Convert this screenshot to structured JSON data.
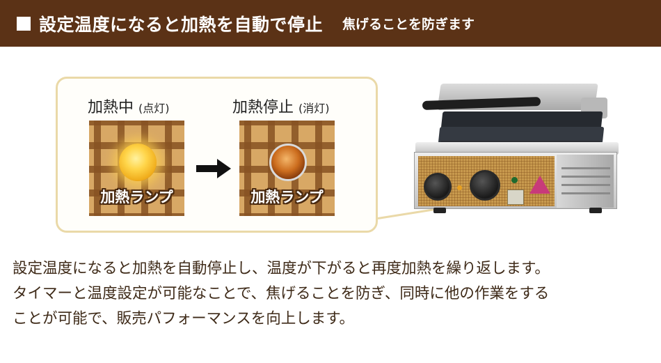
{
  "header": {
    "title": "設定温度になると加熱を自動で停止",
    "subtitle": "焦げることを防ぎます"
  },
  "comparison": {
    "on": {
      "label": "加熱中",
      "note": "(点灯)",
      "lamp_text": "加熱ランプ"
    },
    "off": {
      "label": "加熱停止",
      "note": "(消灯)",
      "lamp_text": "加熱ランプ"
    }
  },
  "description": [
    "設定温度になると加熱を自動停止し、温度が下がると再度加熱を繰り返します。",
    "タイマーと温度設定が可能なことで、焦げることを防ぎ、同時に他の作業をする",
    "ことが可能で、販売パフォーマンスを向上します。"
  ],
  "colors": {
    "header_bg": "#5b3216",
    "panel_border": "#ead9a8",
    "waffle": "#d8a865"
  },
  "icons": [
    "arrow-right-icon",
    "heating-lamp-on",
    "heating-lamp-off"
  ]
}
